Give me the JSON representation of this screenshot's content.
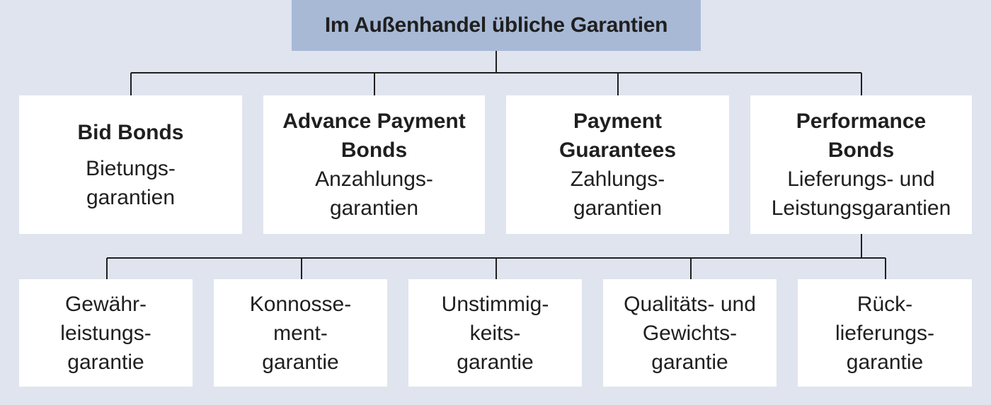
{
  "diagram": {
    "root": "Im Außenhandel übliche Garantien",
    "level1": [
      {
        "en": "Bid Bonds",
        "de": "Bietungs-\ngarantien"
      },
      {
        "en": "Advance Payment\nBonds",
        "de": "Anzahlungs-\ngarantien"
      },
      {
        "en": "Payment\nGuarantees",
        "de": "Zahlungs-\ngarantien"
      },
      {
        "en": "Performance\nBonds",
        "de": "Lieferungs- und\nLeistungsgarantien"
      }
    ],
    "level2": [
      "Gewähr-\nleistungs-\ngarantie",
      "Konnosse-\nment-\ngarantie",
      "Unstimmig-\nkeits-\ngarantie",
      "Qualitäts- und\nGewichts-\ngarantie",
      "Rück-\nlieferungs-\ngarantie"
    ]
  }
}
